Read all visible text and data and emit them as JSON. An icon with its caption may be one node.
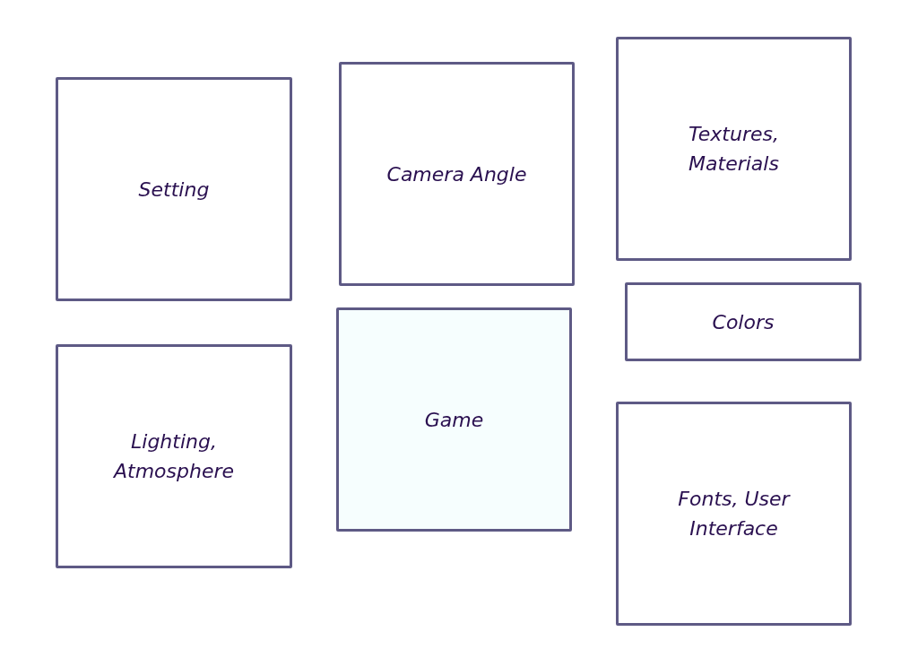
{
  "diagram": {
    "nodes": [
      {
        "text": [
          "Setting"
        ]
      },
      {
        "text": [
          "Camera Angle"
        ]
      },
      {
        "text": [
          "Textures, Materials"
        ]
      },
      {
        "text": [
          "Colors"
        ]
      },
      {
        "text": [
          "Lighting, Atmosphere"
        ]
      },
      {
        "text": [
          "Game"
        ]
      },
      {
        "text": [
          "Fonts, User Interface"
        ]
      }
    ]
  }
}
